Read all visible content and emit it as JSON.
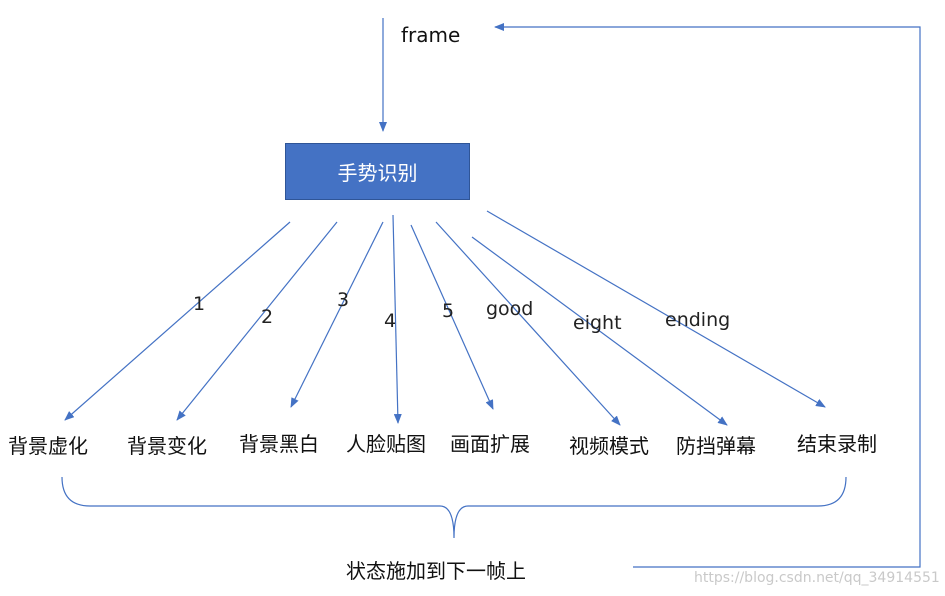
{
  "input_label": "frame",
  "center_node": "手势识别",
  "gestures": [
    {
      "trigger": "1",
      "action": "背景虚化"
    },
    {
      "trigger": "2",
      "action": "背景变化"
    },
    {
      "trigger": "3",
      "action": "背景黑白"
    },
    {
      "trigger": "4",
      "action": "人脸贴图"
    },
    {
      "trigger": "5",
      "action": "画面扩展"
    },
    {
      "trigger": "good",
      "action": "视频模式"
    },
    {
      "trigger": "eight",
      "action": "防挡弹幕"
    },
    {
      "trigger": "ending",
      "action": "结束录制"
    }
  ],
  "feedback_label": "状态施加到下一帧上",
  "watermark": "https://blog.csdn.net/qq_34914551",
  "colors": {
    "node_fill": "#4472c4",
    "arrow": "#4472c4"
  }
}
